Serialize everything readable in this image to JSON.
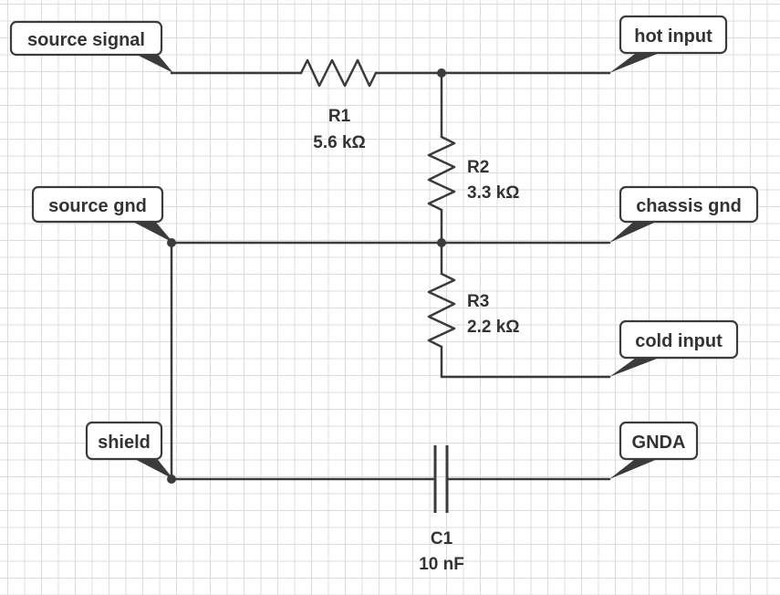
{
  "colors": {
    "wire": "#3b3b3b",
    "text": "#333333",
    "grid": "#dcdcdc",
    "background": "#ffffff"
  },
  "labels": {
    "source_signal": "source signal",
    "hot_input": "hot input",
    "source_gnd": "source gnd",
    "chassis_gnd": "chassis gnd",
    "cold_input": "cold input",
    "shield": "shield",
    "gnda": "GNDA"
  },
  "components": {
    "r1": {
      "ref": "R1",
      "value": "5.6 kΩ"
    },
    "r2": {
      "ref": "R2",
      "value": "3.3 kΩ"
    },
    "r3": {
      "ref": "R3",
      "value": "2.2 kΩ"
    },
    "c1": {
      "ref": "C1",
      "value": "10 nF"
    }
  }
}
